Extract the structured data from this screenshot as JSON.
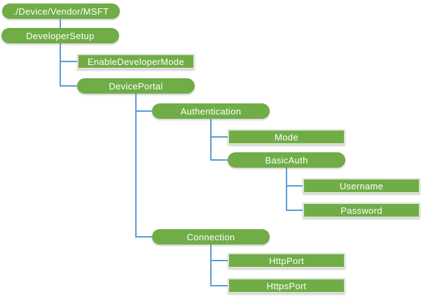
{
  "colors": {
    "node_fill": "#70AD47",
    "node_text": "#FFFFFF",
    "leaf_border": "#DCE5D5",
    "connector": "#5B9BD5"
  },
  "nodes": {
    "root": {
      "label": "./Device/Vendor/MSFT",
      "shape": "pill"
    },
    "developer_setup": {
      "label": "DeveloperSetup",
      "shape": "pill"
    },
    "enable_developer_mode": {
      "label": "EnableDeveloperMode",
      "shape": "rect"
    },
    "device_portal": {
      "label": "DevicePortal",
      "shape": "pill"
    },
    "authentication": {
      "label": "Authentication",
      "shape": "pill"
    },
    "mode": {
      "label": "Mode",
      "shape": "rect"
    },
    "basic_auth": {
      "label": "BasicAuth",
      "shape": "pill"
    },
    "username": {
      "label": "Username",
      "shape": "rect"
    },
    "password": {
      "label": "Password",
      "shape": "rect"
    },
    "connection": {
      "label": "Connection",
      "shape": "pill"
    },
    "http_port": {
      "label": "HttpPort",
      "shape": "rect"
    },
    "https_port": {
      "label": "HttpsPort",
      "shape": "rect"
    }
  },
  "tree": {
    "label": "./Device/Vendor/MSFT",
    "children": [
      {
        "label": "DeveloperSetup",
        "children": [
          {
            "label": "EnableDeveloperMode"
          },
          {
            "label": "DevicePortal",
            "children": [
              {
                "label": "Authentication",
                "children": [
                  {
                    "label": "Mode"
                  },
                  {
                    "label": "BasicAuth",
                    "children": [
                      {
                        "label": "Username"
                      },
                      {
                        "label": "Password"
                      }
                    ]
                  }
                ]
              },
              {
                "label": "Connection",
                "children": [
                  {
                    "label": "HttpPort"
                  },
                  {
                    "label": "HttpsPort"
                  }
                ]
              }
            ]
          }
        ]
      }
    ]
  }
}
